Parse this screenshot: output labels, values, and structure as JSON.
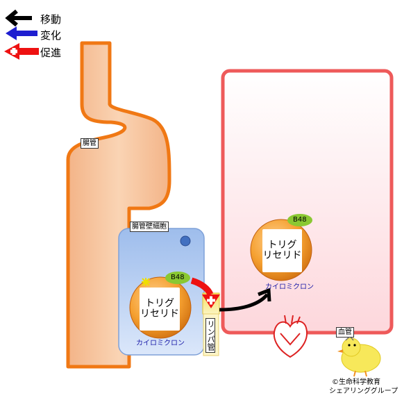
{
  "legend": {
    "move": "移動",
    "change": "変化",
    "promote": "促進",
    "colors": {
      "move": "#000000",
      "change": "#0000cc",
      "promote": "#ee1111"
    }
  },
  "labels": {
    "intestine": "腸管",
    "epithelial_cell": "腸管壁細胞",
    "lymph_vessel": "リンパ管",
    "blood_vessel": "血管"
  },
  "chylomicron_cell": {
    "content": "トリグ\nリセリド",
    "name": "カイロミクロン",
    "badge": "B48"
  },
  "chylomicron_blood": {
    "content": "トリグ\nリセリド",
    "name": "カイロミクロン",
    "badge": "B48"
  },
  "credit": {
    "line1": "©生命科学教育",
    "line2": "シェアリンググループ"
  },
  "colors": {
    "gut_fill": "#f8c8a0",
    "gut_border": "#f07814",
    "cell_fill": "#a9c6f0",
    "vessel_border": "#ee5a5a",
    "orange_ball": "#f5a030"
  }
}
